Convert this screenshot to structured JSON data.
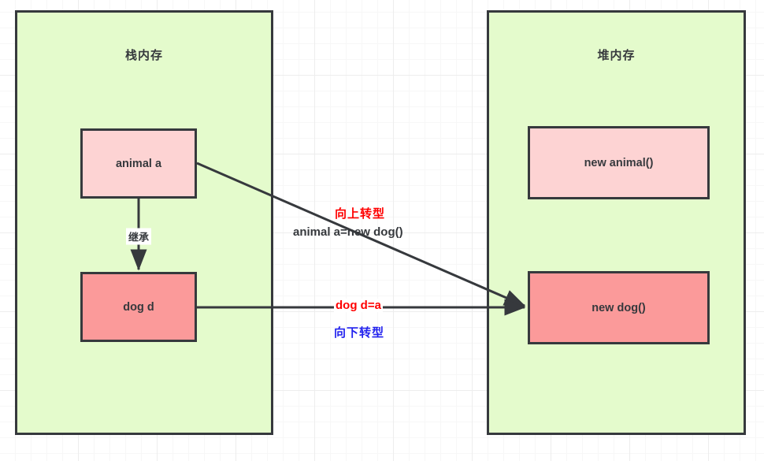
{
  "diagram": {
    "title": "Java upcasting and downcasting memory diagram",
    "colors": {
      "region_fill": "#e4fbcc",
      "region_border": "#36393d",
      "cell_light_fill": "#fdd3d3",
      "cell_strong_fill": "#fb9a9a",
      "connector": "#36393d",
      "red_text": "#ff0000",
      "blue_text": "#2222ee",
      "dark_text": "#36393d",
      "canvas_background": "#ffffff",
      "grid_line": "#ededed"
    },
    "regions": [
      {
        "id": "stack",
        "title": "栈内存",
        "cells": [
          {
            "id": "animal-a",
            "label": "animal a",
            "fill": "light"
          },
          {
            "id": "dog-d",
            "label": "dog d",
            "fill": "strong"
          }
        ]
      },
      {
        "id": "heap",
        "title": "堆内存",
        "cells": [
          {
            "id": "new-animal",
            "label": "new animal()",
            "fill": "light"
          },
          {
            "id": "new-dog",
            "label": "new dog()",
            "fill": "strong"
          }
        ]
      }
    ],
    "connectors": [
      {
        "id": "inherit",
        "label": "继承",
        "from": "animal a",
        "to": "dog d",
        "style": "vertical-arrow"
      },
      {
        "id": "upcast",
        "label": "向上转型",
        "code": "animal a=new dog()",
        "from": "animal a",
        "to": "new dog()",
        "style": "diagonal-arrow"
      },
      {
        "id": "downcast",
        "label": "向下转型",
        "code": "dog d=a",
        "from": "dog d",
        "to": "new dog()",
        "style": "horizontal-arrow"
      }
    ]
  }
}
